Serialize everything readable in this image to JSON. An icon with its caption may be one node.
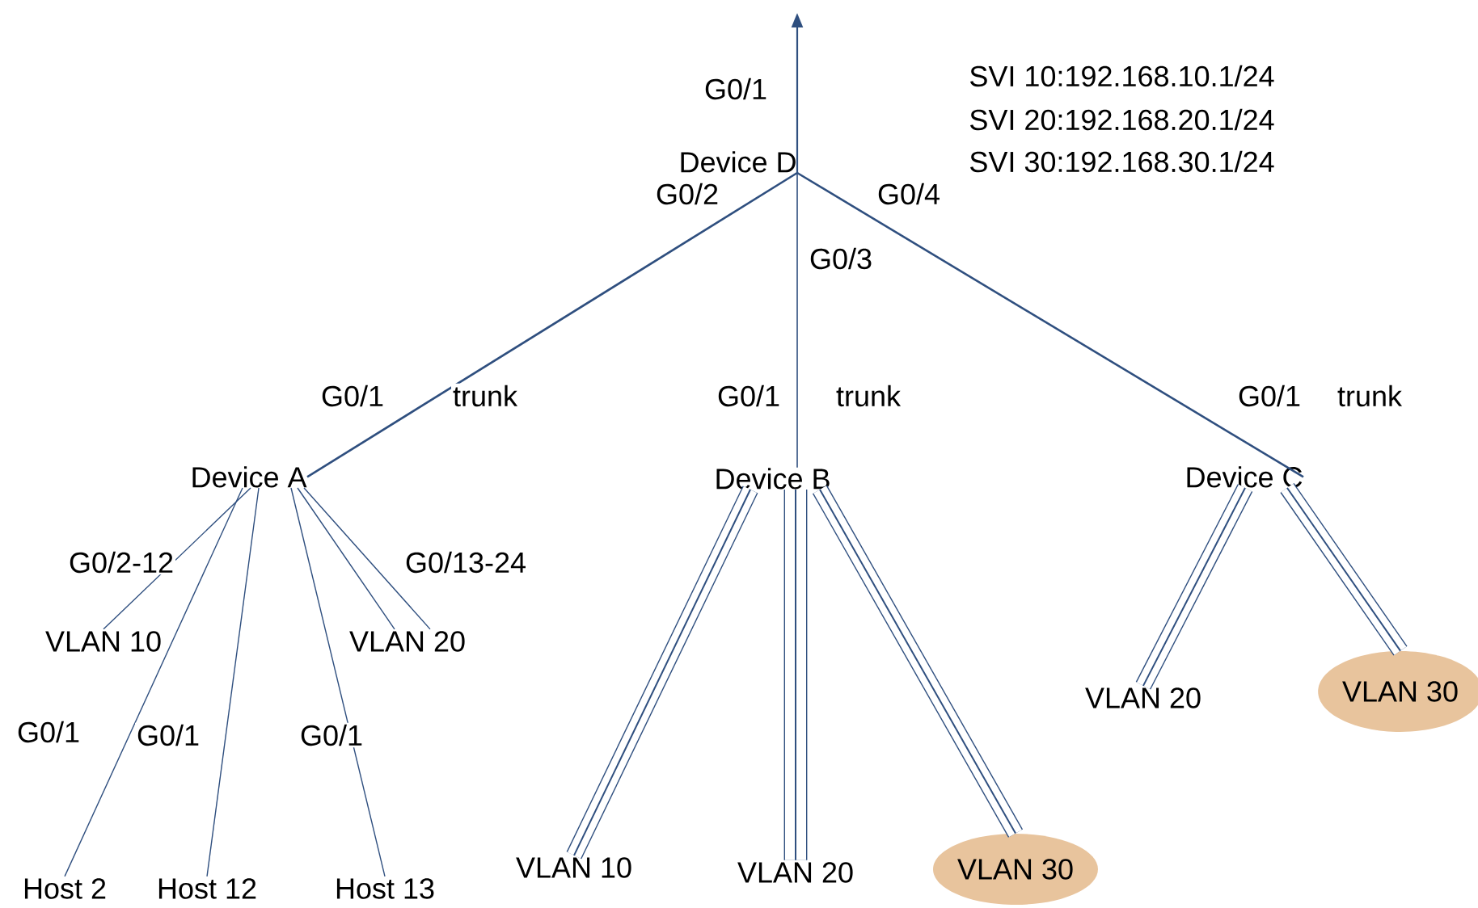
{
  "diagram": {
    "nodes": [
      {
        "text": [
          "Device D"
        ]
      },
      {
        "text": [
          "Device A"
        ]
      },
      {
        "text": [
          "Device B"
        ]
      },
      {
        "text": [
          "Device C"
        ]
      },
      {
        "text": [
          "VLAN 10"
        ]
      },
      {
        "text": [
          "VLAN 20"
        ]
      },
      {
        "text": [
          "VLAN 20"
        ]
      },
      {
        "text": [
          "VLAN 30"
        ]
      },
      {
        "text": [
          "Host 2"
        ]
      },
      {
        "text": [
          "Host 12"
        ]
      },
      {
        "text": [
          "Host 13"
        ]
      },
      {
        "text": [
          "VLAN 10"
        ]
      },
      {
        "text": [
          "VLAN 20"
        ]
      },
      {
        "text": [
          "VLAN 30"
        ]
      }
    ],
    "edges": [
      {
        "from": 0,
        "to": null,
        "arrow": "to"
      },
      {
        "from": 0,
        "to": 1,
        "arrow": "none"
      },
      {
        "from": 0,
        "to": 2,
        "arrow": "none"
      },
      {
        "from": 0,
        "to": 3,
        "arrow": "none"
      },
      {
        "from": 1,
        "to": 8,
        "arrow": "none"
      },
      {
        "from": 1,
        "to": 9,
        "arrow": "none"
      },
      {
        "from": 1,
        "to": 10,
        "arrow": "none"
      },
      {
        "from": 1,
        "to": 4,
        "arrow": "none"
      },
      {
        "from": 1,
        "to": 5,
        "arrow": "none"
      },
      {
        "from": 1,
        "to": 5,
        "arrow": "none"
      },
      {
        "from": 2,
        "to": 11,
        "arrow": "none",
        "style": "thick"
      },
      {
        "from": 2,
        "to": 12,
        "arrow": "none",
        "style": "thick"
      },
      {
        "from": 2,
        "to": 13,
        "arrow": "none",
        "style": "thick"
      },
      {
        "from": 3,
        "to": 6,
        "arrow": "none",
        "style": "thick"
      },
      {
        "from": 3,
        "to": 7,
        "arrow": "none",
        "style": "thick"
      }
    ],
    "labels": [
      "SVI 10:192.168.10.1/24",
      "G0/1",
      "SVI 20:192.168.20.1/24",
      "SVI 30:192.168.30.1/24",
      "G0/2",
      "G0/4",
      "G0/3",
      "G0/1",
      "trunk",
      "G0/1",
      "trunk",
      "G0/1",
      "trunk",
      "G0/2-12",
      "G0/13-24",
      "G0/1",
      "G0/1",
      "G0/1"
    ]
  }
}
